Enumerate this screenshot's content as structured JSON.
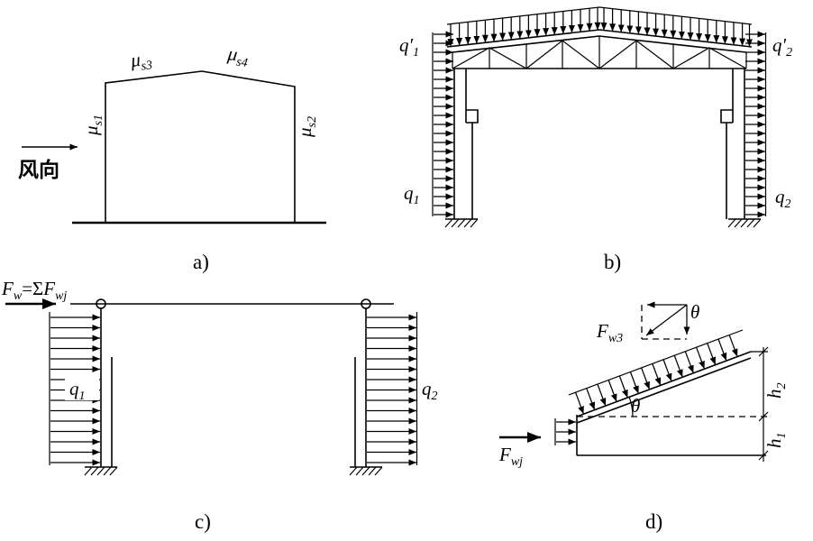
{
  "colors": {
    "ink": "#000000",
    "background": "#ffffff"
  },
  "panels": {
    "a": {
      "caption": "a)",
      "wind_direction": "风向",
      "mu_s1": {
        "sym": "μ",
        "sub": "s1"
      },
      "mu_s2": {
        "sym": "μ",
        "sub": "s2"
      },
      "mu_s3": {
        "sym": "μ",
        "sub": "s3"
      },
      "mu_s4": {
        "sym": "μ",
        "sub": "s4"
      }
    },
    "b": {
      "caption": "b)",
      "q1_top": {
        "sym": "q′",
        "sub": "1"
      },
      "q2_top": {
        "sym": "q′",
        "sub": "2"
      },
      "q1": {
        "sym": "q",
        "sub": "1"
      },
      "q2": {
        "sym": "q",
        "sub": "2"
      }
    },
    "c": {
      "caption": "c)",
      "resultant": {
        "f1": "F",
        "sub1": "w",
        "eq": "=Σ",
        "f2": "F",
        "sub2": "wj"
      },
      "q1": {
        "sym": "q",
        "sub": "1"
      },
      "q2": {
        "sym": "q",
        "sub": "2"
      }
    },
    "d": {
      "caption": "d)",
      "f_w3": {
        "sym": "F",
        "sub": "w3"
      },
      "theta_box": "θ",
      "theta_slope": "θ",
      "f_wj": {
        "sym": "F",
        "sub": "wj"
      },
      "h2": {
        "sym": "h",
        "sub": "2"
      },
      "h1": {
        "sym": "h",
        "sub": "1"
      }
    }
  }
}
